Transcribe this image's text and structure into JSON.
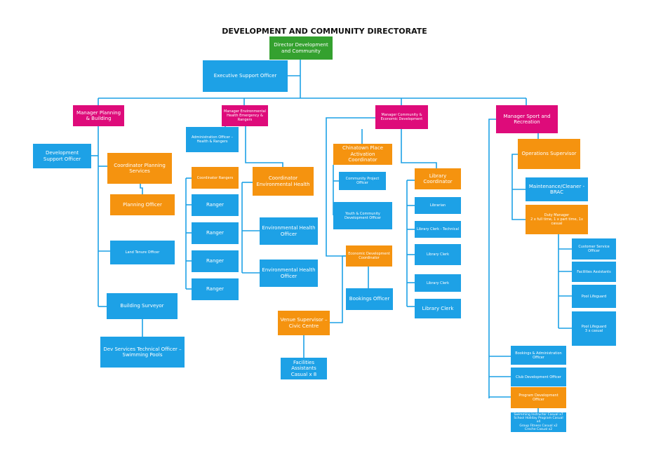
{
  "title": "DEVELOPMENT AND COMMUNITY DIRECTORATE",
  "colors": {
    "blue": "#1da1e6",
    "orange": "#f5930f",
    "magenta": "#de0b7a",
    "green": "#34a12f",
    "line": "#1da1e6"
  },
  "boxes": {
    "director": "Director Development and Community",
    "exec_support": "Executive Support Officer",
    "mgr_planning": "Manager Planning & Building",
    "mgr_env_health": "Manager Environmental Health Emergency & Rangers",
    "mgr_community": "Manager Community & Economic Development",
    "mgr_sport": "Manager Sport and Recreation",
    "dev_support": "Development Support Officer",
    "coord_planning": "Coordinator Planning Services",
    "planning_officer": "Planning Officer",
    "land_tenure": "Land Tenure Officer",
    "building_surveyor": "Building Surveyor",
    "dev_services_tech": "Dev Services Technical Officer – Swimming Pools",
    "admin_health": "Administration Officer – Health & Rangers",
    "coord_rangers": "Coordinator Rangers",
    "ranger_1": "Ranger",
    "ranger_2": "Ranger",
    "ranger_3": "Ranger",
    "ranger_4": "Ranger",
    "coord_env_health": "Coordinator Environmental Health",
    "env_health_1": "Environmental Health Officer",
    "env_health_2": "Environmental Health Officer",
    "chinatown": "Chinatown Place Activation Coordinator",
    "community_project": "Community Project Officer",
    "youth_community": "Youth & Community Development Officer",
    "econ_dev": "Economic Development Coordinator",
    "bookings_officer": "Bookings Officer",
    "venue_supervisor": "Venue Supervisor – Civic Centre",
    "facilities_casual": "Facilities Assistants Casual x 8",
    "library_coord": "Library Coordinator",
    "librarian": "Librarian",
    "library_clerk_tech": "Library Clerk - Technical",
    "library_clerk_1": "Library Clerk",
    "library_clerk_2": "Library Clerk",
    "library_clerk_3": "Library Clerk",
    "ops_supervisor": "Operations Supervisor",
    "maintenance": "Maintenance/Cleaner - BRAC",
    "duty_manager": "Duty Manager\n2 x full time, 1 x part time, 1x casual",
    "customer_service": "Customer Service Officer",
    "facilities_assist": "Facilities Assistants",
    "pool_lifeguard": "Pool Lifeguard",
    "pool_lifeguard_casual": "Pool Lifeguard\n3 x casual",
    "bookings_admin": "Bookings & Administration Officer",
    "club_dev": "Club Development Officer",
    "program_dev": "Program Development Officer",
    "casuals": "Swimming Instructor Casual x7\nSchool Holiday Program Casual x4\nGroup Fitness Casual x2\nCreche Casual x2"
  }
}
